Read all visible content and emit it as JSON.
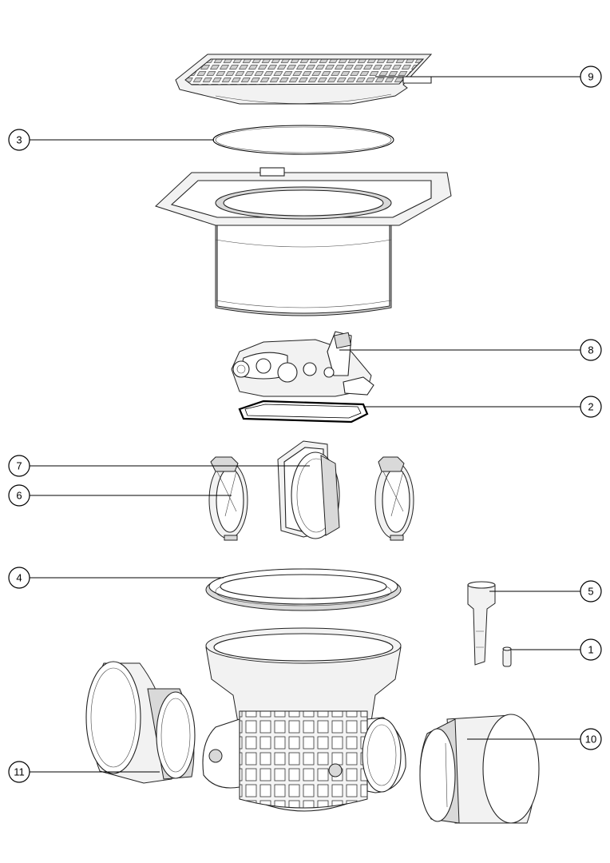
{
  "callouts": [
    {
      "id": "9",
      "label": "9"
    },
    {
      "id": "3",
      "label": "3"
    },
    {
      "id": "8",
      "label": "8"
    },
    {
      "id": "2",
      "label": "2"
    },
    {
      "id": "7",
      "label": "7"
    },
    {
      "id": "6",
      "label": "6"
    },
    {
      "id": "4",
      "label": "4"
    },
    {
      "id": "5",
      "label": "5"
    },
    {
      "id": "1",
      "label": "1"
    },
    {
      "id": "10",
      "label": "10"
    },
    {
      "id": "11",
      "label": "11"
    }
  ]
}
